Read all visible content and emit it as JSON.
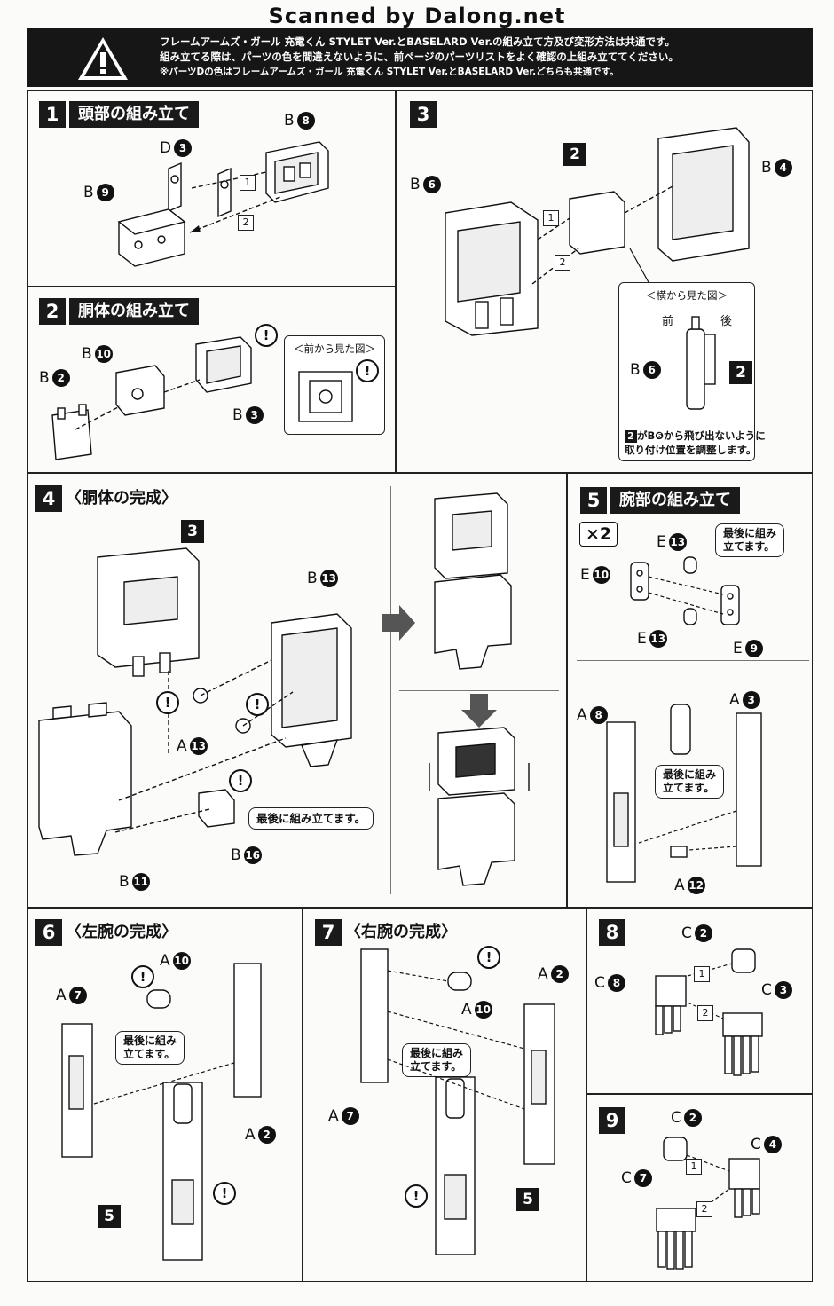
{
  "header": {
    "scan_credit": "Scanned by Dalong.net"
  },
  "warning": {
    "line1": "フレームアームズ・ガール 充電くん STYLET Ver.とBASELARD Ver.の組み立て方及び変形方法は共通です。",
    "line2": "組み立てる際は、パーツの色を間違えないように、前ページのパーツリストをよく確認の上組み立ててください。",
    "line3": "※パーツDの色はフレームアームズ・ガール 充電くん STYLET Ver.とBASELARD Ver.どちらも共通です。"
  },
  "steps": {
    "s1": {
      "num": "1",
      "title": "頭部の組み立て",
      "parts": {
        "d3": "D",
        "b9": "B",
        "b8": "B"
      },
      "nums": {
        "d3": "3",
        "b9": "9",
        "b8": "8"
      }
    },
    "s2": {
      "num": "2",
      "title": "胴体の組み立て",
      "parts": {
        "b10": "B",
        "b2": "B",
        "b3": "B"
      },
      "nums": {
        "b10": "10",
        "b2": "2",
        "b3": "3"
      },
      "detail_title": "＜前から見た図＞"
    },
    "s3": {
      "num": "3",
      "parts": {
        "b6": "B",
        "b4": "B",
        "b6_detail": "B"
      },
      "nums": {
        "b6": "6",
        "b4": "4",
        "b6_detail": "6"
      },
      "sub_badge": "2",
      "detail_title": "＜横から見た図＞",
      "front": "前",
      "back": "後",
      "detail_badge": "2",
      "note_badge": "2",
      "note_line1": "がB❻から飛び出ないように",
      "note_line2": "取り付け位置を調整します。"
    },
    "s4": {
      "num": "4",
      "title": "〈胴体の完成〉",
      "sub_badge": "3",
      "parts": {
        "b13": "B",
        "a13": "A",
        "b16": "B",
        "b11": "B"
      },
      "nums": {
        "b13": "13",
        "a13": "13",
        "b16": "16",
        "b11": "11"
      },
      "callout": "最後に組み立てます。"
    },
    "s5": {
      "num": "5",
      "title": "腕部の組み立て",
      "multiplier": "×2",
      "parts": {
        "e13a": "E",
        "e10": "E",
        "e13b": "E",
        "e9": "E",
        "a3": "A",
        "a8": "A",
        "a12": "A"
      },
      "nums": {
        "e13a": "13",
        "e10": "10",
        "e13b": "13",
        "e9": "9",
        "a3": "3",
        "a8": "8",
        "a12": "12"
      },
      "callout1_l1": "最後に組み",
      "callout1_l2": "立てます。",
      "callout2_l1": "最後に組み",
      "callout2_l2": "立てます。"
    },
    "s6": {
      "num": "6",
      "title": "〈左腕の完成〉",
      "parts": {
        "a10": "A",
        "a7": "A",
        "a2": "A"
      },
      "nums": {
        "a10": "10",
        "a7": "7",
        "a2": "2"
      },
      "sub_badge": "5",
      "callout_l1": "最後に組み",
      "callout_l2": "立てます。"
    },
    "s7": {
      "num": "7",
      "title": "〈右腕の完成〉",
      "parts": {
        "a10": "A",
        "a7": "A",
        "a2": "A"
      },
      "nums": {
        "a10": "10",
        "a7": "7",
        "a2": "2"
      },
      "sub_badge": "5",
      "callout_l1": "最後に組み",
      "callout_l2": "立てます。"
    },
    "s8": {
      "num": "8",
      "parts": {
        "c2": "C",
        "c8": "C",
        "c3": "C"
      },
      "nums": {
        "c2": "2",
        "c8": "8",
        "c3": "3"
      }
    },
    "s9": {
      "num": "9",
      "parts": {
        "c2": "C",
        "c4": "C",
        "c7": "C"
      },
      "nums": {
        "c2": "2",
        "c4": "4",
        "c7": "7"
      }
    }
  },
  "order_marks": {
    "first": "1",
    "second": "2"
  },
  "caution_mark": "!",
  "colors": {
    "ink": "#111111",
    "panel_bg": "#fbfbfa",
    "bar_bg": "#161616"
  }
}
